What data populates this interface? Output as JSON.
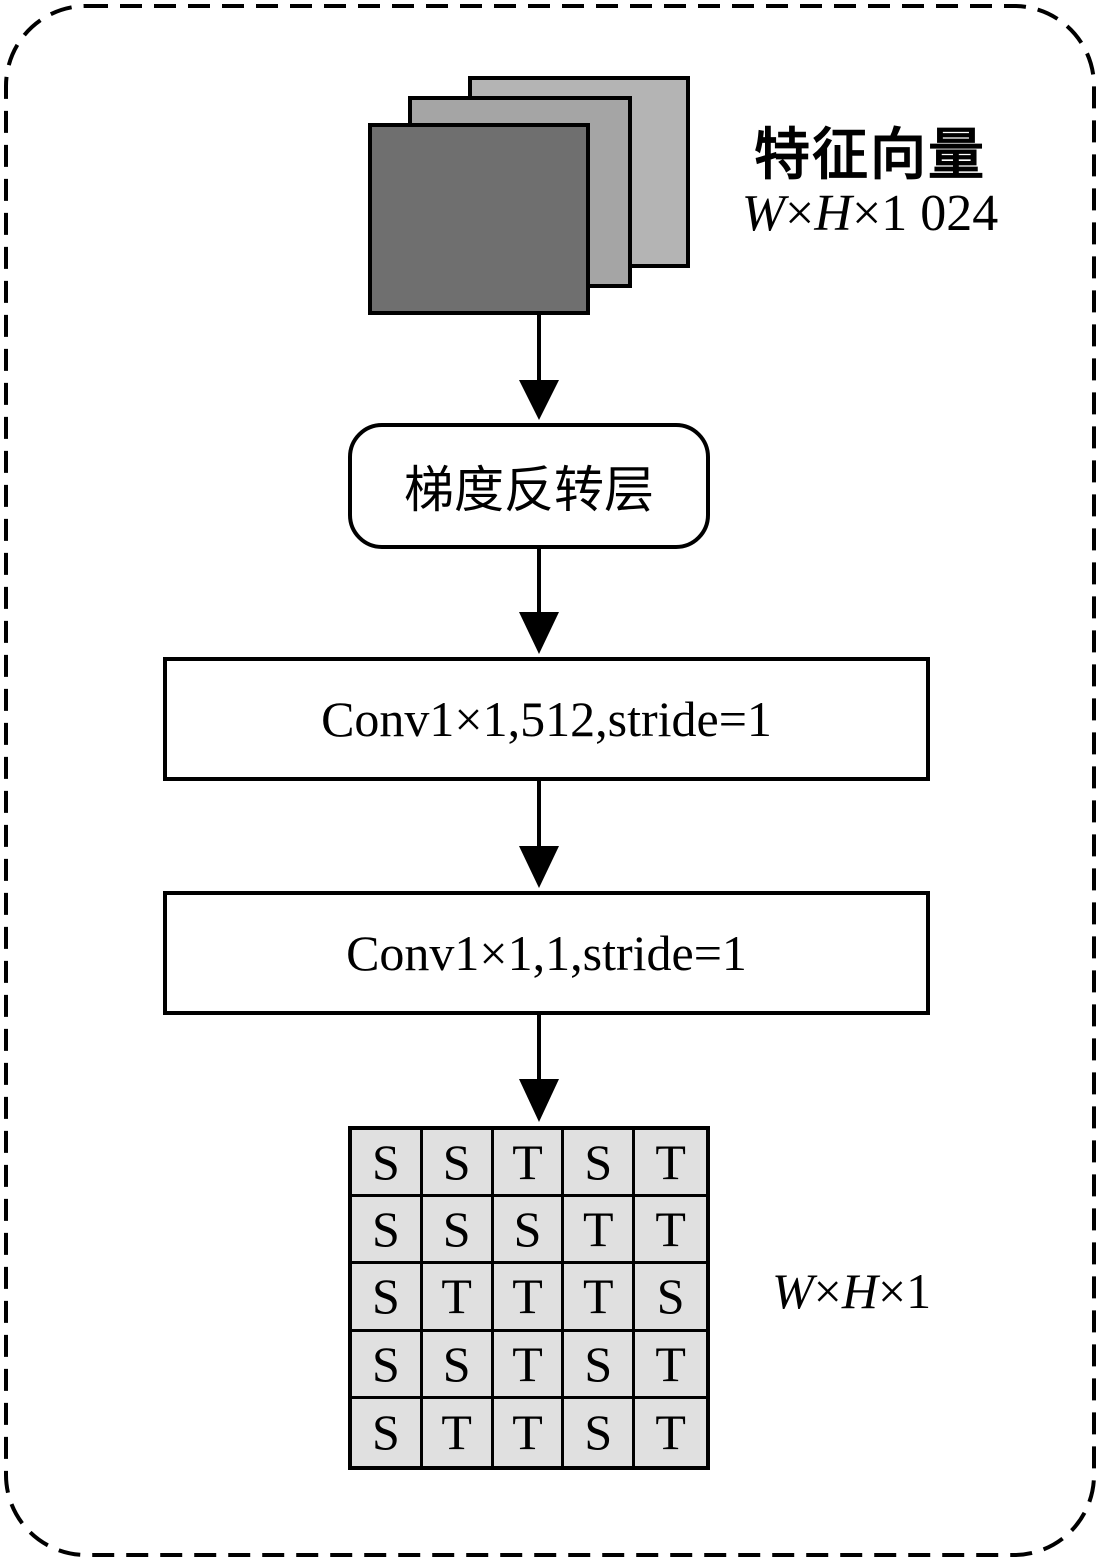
{
  "feature": {
    "title": "特征向量",
    "dims_w": "W",
    "dims_times1": "×",
    "dims_h": "H",
    "dims_rest": "×1 024"
  },
  "grl": {
    "label": "梯度反转层"
  },
  "conv1": {
    "label": "Conv1×1,512,stride=1"
  },
  "conv2": {
    "label": "Conv1×1,1,stride=1"
  },
  "output": {
    "dims_w": "W",
    "dims_times1": "×",
    "dims_h": "H",
    "dims_rest": "×1",
    "grid": [
      [
        "S",
        "S",
        "T",
        "S",
        "T"
      ],
      [
        "S",
        "S",
        "S",
        "T",
        "T"
      ],
      [
        "S",
        "T",
        "T",
        "T",
        "S"
      ],
      [
        "S",
        "S",
        "T",
        "S",
        "T"
      ],
      [
        "S",
        "T",
        "T",
        "S",
        "T"
      ]
    ]
  },
  "colors": {
    "front_map": "#6f6f6f",
    "middle_map": "#a5a5a5",
    "back_map": "#b4b4b4",
    "grid_fill": "#e0e0e0"
  }
}
